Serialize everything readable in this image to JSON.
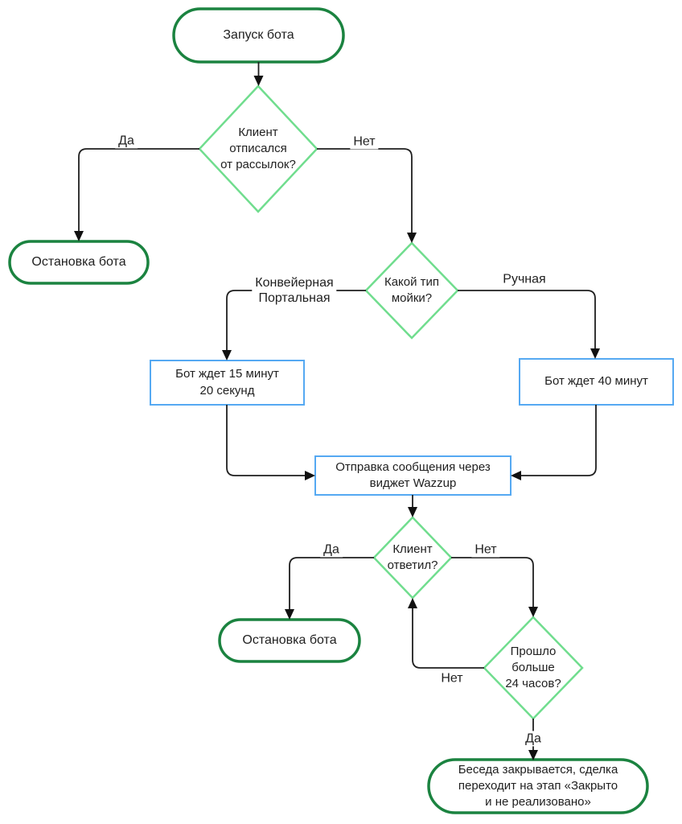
{
  "diagram": {
    "language": "ru",
    "type": "flowchart",
    "nodes": {
      "start": {
        "label": "Запуск бота",
        "shape": "terminal"
      },
      "unsubscribed": {
        "label": "Клиент\nотписался\nот рассылок?",
        "shape": "decision"
      },
      "stop1": {
        "label": "Остановка бота",
        "shape": "terminal"
      },
      "wash_type": {
        "label": "Какой тип\nмойки?",
        "shape": "decision"
      },
      "wait_short": {
        "label": "Бот ждет 15 минут\n20 секунд",
        "shape": "process"
      },
      "wait_long": {
        "label": "Бот ждет 40 минут",
        "shape": "process"
      },
      "send_message": {
        "label": "Отправка сообщения через\nвиджет Wazzup",
        "shape": "process"
      },
      "client_replied": {
        "label": "Клиент\nответил?",
        "shape": "decision"
      },
      "stop2": {
        "label": "Остановка бота",
        "shape": "terminal"
      },
      "over_24h": {
        "label": "Прошло\nбольше\n24 часов?",
        "shape": "decision"
      },
      "close_deal": {
        "label": "Беседа закрывается, сделка\nпереходит на этап «Закрыто\nи не реализовано»",
        "shape": "terminal"
      }
    },
    "edge_labels": {
      "unsub_yes": "Да",
      "unsub_no": "Нет",
      "wash_conveyor": "Конвейерная\nПортальная",
      "wash_manual": "Ручная",
      "replied_yes": "Да",
      "replied_no": "Нет",
      "loop_no": "Нет",
      "over24_yes": "Да"
    },
    "colors": {
      "terminal_border": "#1b8340",
      "decision_border": "#70dd8e",
      "process_border": "#55a9f2",
      "edge_line": "#1f1f1f",
      "arrowhead": "#111111",
      "text": "#1f1f1f",
      "background": "#ffffff"
    }
  }
}
